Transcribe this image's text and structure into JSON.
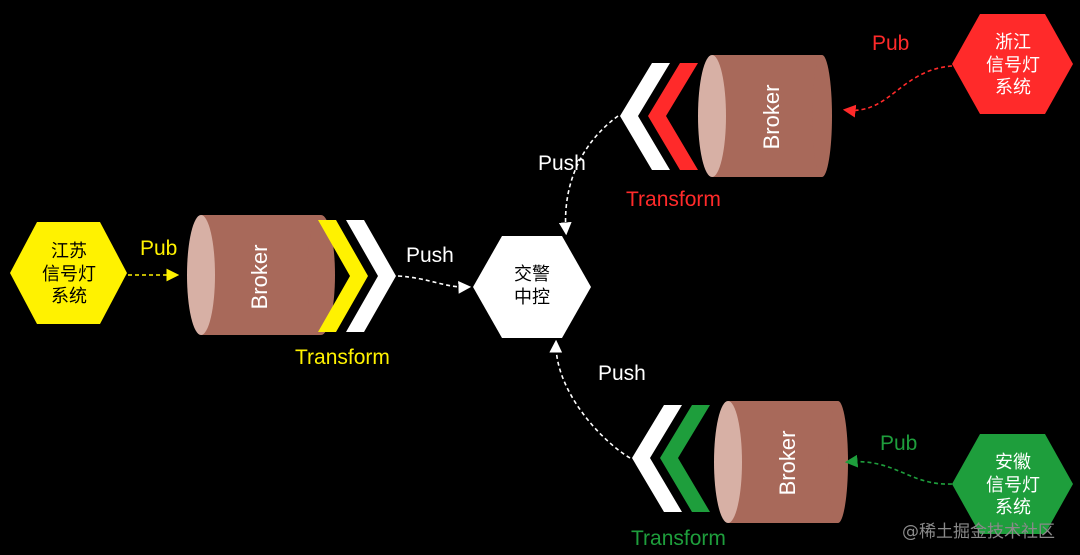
{
  "nodes": {
    "jiangsu": {
      "line1": "江苏",
      "line2": "信号灯",
      "line3": "系统",
      "color": "#FFF200"
    },
    "zhejiang": {
      "line1": "浙江",
      "line2": "信号灯",
      "line3": "系统",
      "color": "#FF2A2A"
    },
    "anhui": {
      "line1": "安徽",
      "line2": "信号灯",
      "line3": "系统",
      "color": "#1E9E3C"
    },
    "center": {
      "line1": "交警",
      "line2": "中控",
      "color": "#FFFFFF"
    }
  },
  "brokers": {
    "left": "Broker",
    "top": "Broker",
    "bottom": "Broker",
    "color": "#A8695A"
  },
  "labels": {
    "pub_left": "Pub",
    "pub_top": "Pub",
    "pub_bottom": "Pub",
    "push_left": "Push",
    "push_top": "Push",
    "push_bottom": "Push",
    "transform_left": "Transform",
    "transform_top": "Transform",
    "transform_bottom": "Transform"
  },
  "colors": {
    "yellow": "#FFF200",
    "red": "#FF2A2A",
    "green": "#1E9E3C",
    "white": "#FFFFFF",
    "background": "#000000"
  },
  "watermark": "@稀土掘金技术社区"
}
